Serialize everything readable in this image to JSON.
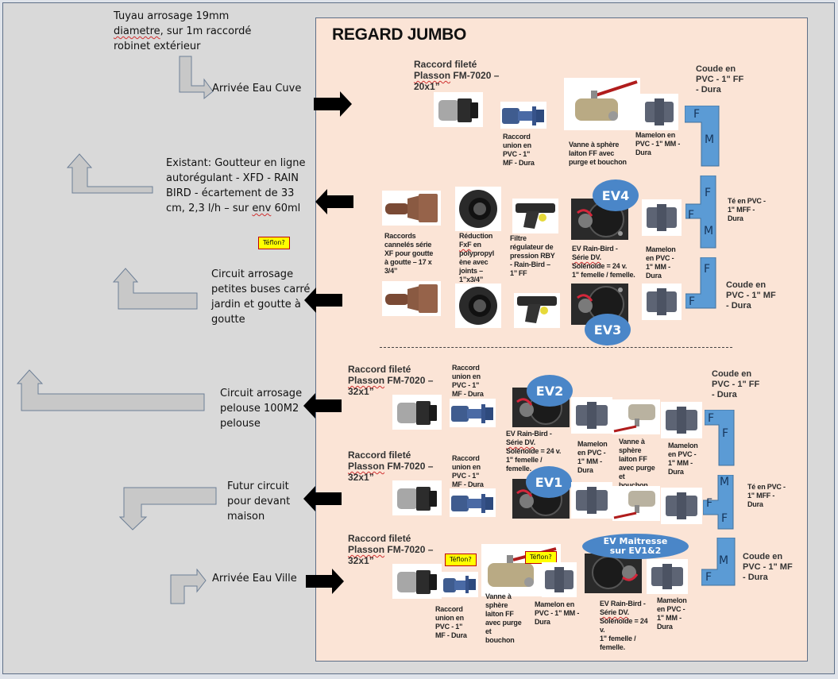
{
  "title": "REGARD JUMBO",
  "colors": {
    "outer_bg": "#d9d9d9",
    "panel_bg": "#fbe4d6",
    "fitting_blue": "#5b9bd5",
    "ev_badge": "#4a86c8",
    "teflon_bg": "#ffff00",
    "teflon_border": "#c00000",
    "flow_arrow": "#000000",
    "bent_arrow": "#c8c8c8"
  },
  "notes": {
    "tuyau": [
      "Tuyau arrosage 19mm",
      "diametre",
      ", sur 1m raccordé",
      "robinet extérieur"
    ],
    "arrivee_cuve": "Arrivée Eau Cuve",
    "existant": [
      "Existant: Goutteur en ligne",
      "autorégulant - XFD - RAIN",
      "BIRD - écartement de 33",
      "cm, 2,3 l/h – sur ",
      "env",
      " 60ml"
    ],
    "circuit_petites": [
      "Circuit arrosage",
      "petites buses carré",
      "jardin et goutte à",
      "goutte"
    ],
    "circuit_pelouse": [
      "Circuit arrosage",
      "pelouse 100M2",
      "pelouse"
    ],
    "futur": [
      "Futur circuit",
      "pour devant",
      "maison"
    ],
    "arrivee_ville": "Arrivée Eau Ville"
  },
  "teflon_label": "Téflon?",
  "rows": {
    "cuve": {
      "header": [
        "Raccord fileté",
        "Plasson",
        " FM-7020 –",
        "20x1”"
      ],
      "union": [
        "Raccord",
        "union en",
        "PVC - 1\"",
        "MF - Dura"
      ],
      "vanne": [
        "Vanne à sphère",
        "laiton FF avec",
        "purge et bouchon"
      ],
      "mamelon": [
        "Mamelon en",
        "PVC - 1\" MM -",
        "Dura"
      ],
      "coude": [
        "Coude en",
        "PVC - 1\" FF",
        "- Dura"
      ],
      "coude_ends": [
        "F",
        "M"
      ]
    },
    "ev4": {
      "raccords": [
        "Raccords",
        "cannelés série",
        "XF pour goutte",
        "à goutte – 17 x",
        "3/4’’"
      ],
      "reduction": [
        "Réduction",
        "FxF",
        " en",
        "polypropyl",
        "ène avec",
        "joints –",
        "1’’x3/4’’"
      ],
      "filtre": [
        "Filtre",
        "régulateur de",
        "pression RBY",
        "- Rain-Bird –",
        "1’’ FF"
      ],
      "ev": [
        "EV Rain-Bird -",
        "Série DV.",
        "Solénoïde = 24 v.",
        "1\" femelle / femelle."
      ],
      "mamelon": [
        "Mamelon",
        "en PVC -",
        "1\" MM -",
        "Dura"
      ],
      "te": [
        "Té en PVC -",
        "1\" MFF -",
        "Dura"
      ],
      "te_ends": [
        "F",
        "F",
        "M"
      ],
      "badge": "EV4"
    },
    "ev3": {
      "coude": [
        "Coude en",
        "PVC - 1\" MF",
        "- Dura"
      ],
      "coude_ends": [
        "F",
        "F"
      ],
      "badge": "EV3"
    },
    "ev2": {
      "header": [
        "Raccord fileté",
        "Plasson",
        " FM-7020 –",
        "32x1”"
      ],
      "union": [
        "Raccord",
        "union en",
        "PVC - 1\"",
        "MF - Dura"
      ],
      "ev": [
        "EV Rain-Bird -",
        "Série DV.",
        "Solénoïde = 24 v.",
        "1\" femelle /",
        "femelle."
      ],
      "mamelon1": [
        "Mamelon",
        "en PVC -",
        "1\" MM -",
        "Dura"
      ],
      "vanne": [
        "Vanne à",
        "sphère",
        "laiton FF",
        "avec purge",
        "et",
        "bouchon"
      ],
      "mamelon2": [
        "Mamelon",
        "en PVC -",
        "1\" MM -",
        "Dura"
      ],
      "coude": [
        "Coude en",
        "PVC - 1\" FF",
        "- Dura"
      ],
      "coude_ends": [
        "F",
        "F"
      ],
      "badge": "EV2"
    },
    "ev1": {
      "header": [
        "Raccord fileté",
        "Plasson",
        " FM-7020 –",
        "32x1”"
      ],
      "union": [
        "Raccord",
        "union en",
        "PVC - 1\"",
        "MF - Dura"
      ],
      "te": [
        "Té en PVC -",
        "1\" MFF -",
        "Dura"
      ],
      "te_ends": [
        "M",
        "F",
        "F"
      ],
      "badge": "EV1"
    },
    "ville": {
      "header": [
        "Raccord fileté",
        "Plasson",
        " FM-7020 –",
        "32x1”"
      ],
      "union": [
        "Raccord",
        "union en",
        "PVC - 1\"",
        "MF - Dura"
      ],
      "vanne": [
        "Vanne à",
        "sphère",
        "laiton FF",
        "avec purge",
        "et",
        "bouchon"
      ],
      "mamelon1": [
        "Mamelon en",
        "PVC - 1\" MM -",
        "Dura"
      ],
      "ev": [
        "EV Rain-Bird -",
        "Série DV.",
        "Solénoïde = 24",
        "v.",
        "1\" femelle /",
        "femelle."
      ],
      "mamelon2": [
        "Mamelon",
        "en PVC -",
        "1\" MM -",
        "Dura"
      ],
      "coude": [
        "Coude en",
        "PVC - 1\" MF",
        "- Dura"
      ],
      "coude_ends": [
        "M",
        "F"
      ],
      "badge": [
        "EV Maitresse",
        "sur EV1&2"
      ]
    }
  }
}
